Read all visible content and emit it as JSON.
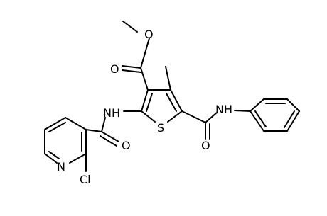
{
  "atom_labels": {
    "ester_o_carbonyl": "O",
    "ester_o_methoxy": "O",
    "ring_sulfur": "S",
    "amide_nh_left": "NH",
    "amide_o_left": "O",
    "pyridine_n": "N",
    "chlorine": "Cl",
    "amide_nh_right": "NH",
    "amide_o_right": "O"
  }
}
